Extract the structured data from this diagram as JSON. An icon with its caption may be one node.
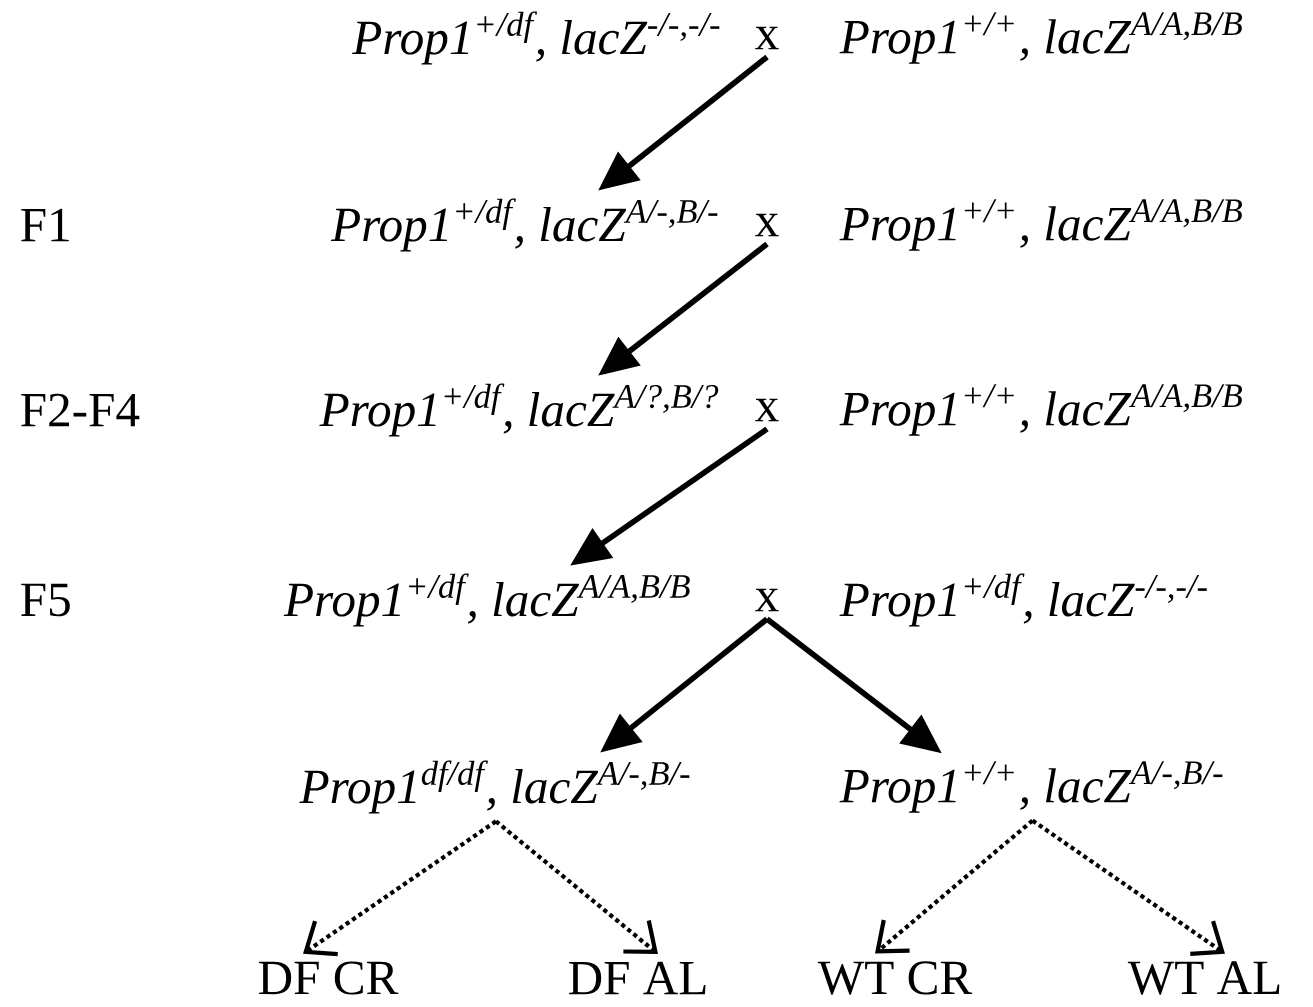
{
  "diagram": {
    "nodes": [
      {
        "text": [
          "Prop1$^{+/df}$, lacZ$^{-/-,-/-}$"
        ]
      },
      {
        "text": [
          "x"
        ]
      },
      {
        "text": [
          "Prop1$^{+/+}$, lacZ$^{A/A,B/B}$"
        ]
      },
      {
        "text": [
          "Prop1$^{+/df}$, lacZ$^{A/-,B/-}$"
        ]
      },
      {
        "text": [
          "x"
        ]
      },
      {
        "text": [
          "Prop1$^{+/+}$, lacZ$^{A/A,B/B}$"
        ]
      },
      {
        "text": [
          "Prop1$^{+/df}$, lacZ$^{A/?,B/?}$"
        ]
      },
      {
        "text": [
          "x"
        ]
      },
      {
        "text": [
          "Prop1$^{+/+}$, lacZ$^{A/A,B/B}$"
        ]
      },
      {
        "text": [
          "Prop1$^{+/df}$, lacZ$^{A/A,B/B}$"
        ]
      },
      {
        "text": [
          "x"
        ]
      },
      {
        "text": [
          "Prop1$^{+/df}$, lacZ$^{-/-,-/-}$"
        ]
      },
      {
        "text": [
          "Prop1$^{df/df}$, lacZ$^{A/-,B/-}$"
        ]
      },
      {
        "text": [
          "Prop1$^{+/+}$, lacZ$^{A/-,B/-}$"
        ]
      },
      {
        "text": [
          "DF CR"
        ]
      },
      {
        "text": [
          "DF AL"
        ]
      },
      {
        "text": [
          "WT CR"
        ]
      },
      {
        "text": [
          "WT AL"
        ]
      }
    ],
    "edges": [
      {
        "from": 1,
        "to": 3,
        "arrow": "to"
      },
      {
        "from": 4,
        "to": 6,
        "arrow": "to"
      },
      {
        "from": 7,
        "to": 9,
        "arrow": "to"
      },
      {
        "from": 10,
        "to": 12,
        "arrow": "to"
      },
      {
        "from": 10,
        "to": 13,
        "arrow": "to"
      },
      {
        "from": 12,
        "to": 14,
        "arrow": "to",
        "style": "dashed"
      },
      {
        "from": 12,
        "to": 15,
        "arrow": "to",
        "style": "dashed"
      },
      {
        "from": 13,
        "to": 16,
        "arrow": "to",
        "style": "dashed"
      },
      {
        "from": 13,
        "to": 17,
        "arrow": "to",
        "style": "dashed"
      }
    ],
    "labels": [
      "F1",
      "F2-F4",
      "F5"
    ]
  }
}
